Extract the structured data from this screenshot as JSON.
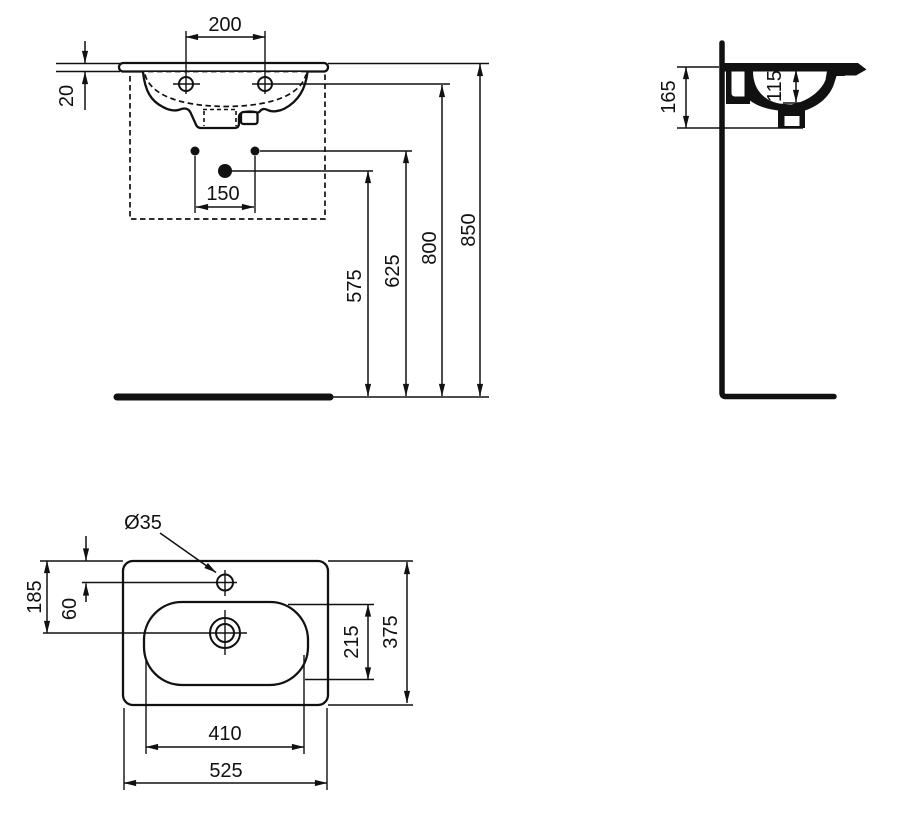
{
  "drawing": {
    "background_color": "#ffffff",
    "line_color": "#111111",
    "front_view": {
      "dims": {
        "tap_hole_spacing": "200",
        "rim_thickness": "20",
        "fixing_hole_spacing": "150",
        "outlet_height": "575",
        "fixing_holes_height": "625",
        "tap_hole_height": "800",
        "rim_height": "850"
      }
    },
    "side_view": {
      "dims": {
        "front_height": "165",
        "bowl_depth": "115"
      }
    },
    "plan_view": {
      "dims": {
        "tap_hole_diameter": "Ø35",
        "outlet_offset": "185",
        "tap_hole_offset": "60",
        "bowl_inner_length": "215",
        "overall_depth": "375",
        "bowl_width": "410",
        "overall_width": "525"
      }
    }
  }
}
